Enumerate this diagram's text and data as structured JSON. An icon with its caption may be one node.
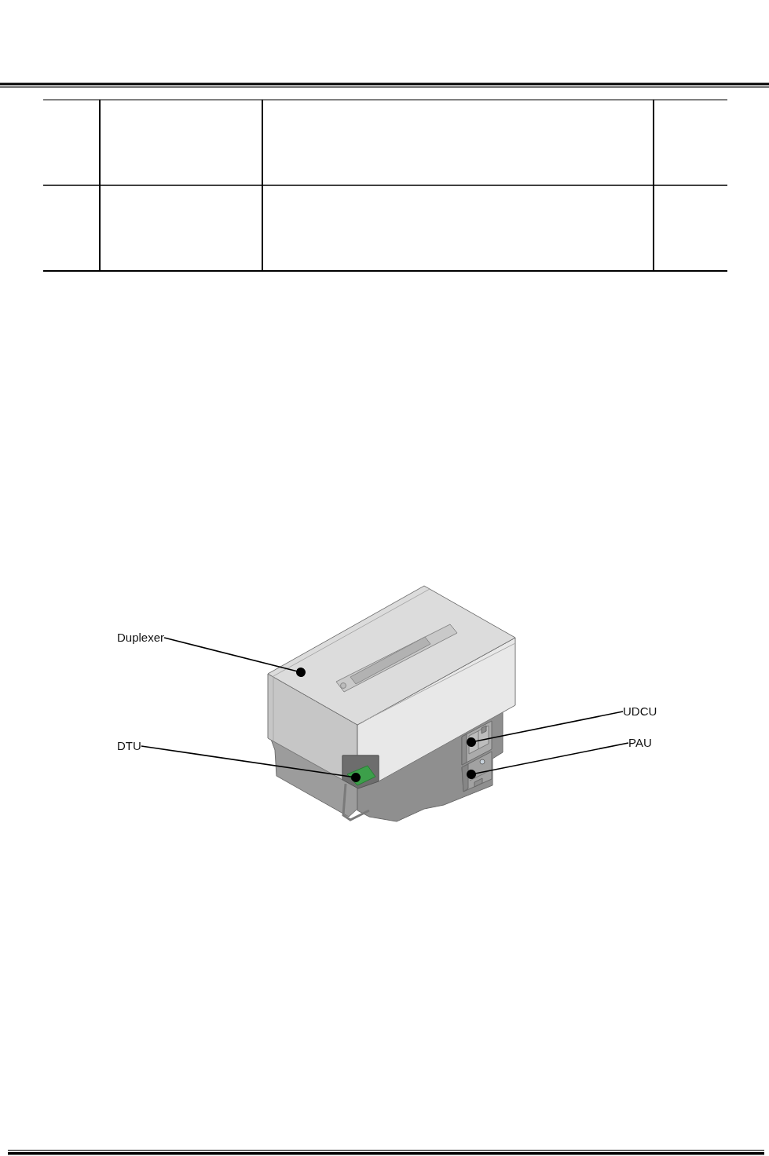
{
  "diagram": {
    "nodes": [
      {
        "text": [
          "Duplexer"
        ]
      },
      {
        "text": [
          "UDCU"
        ]
      },
      {
        "text": [
          "DTU"
        ]
      },
      {
        "text": [
          "PAU"
        ]
      },
      {
        "text": [],
        "shape": "picture"
      },
      {
        "text": [],
        "shape": "picture"
      },
      {
        "text": [],
        "shape": "picture"
      },
      {
        "text": [],
        "shape": "picture"
      }
    ],
    "edges": [
      {
        "from": 0,
        "to": 4,
        "arrow": "other"
      },
      {
        "from": 1,
        "to": 5,
        "arrow": "other"
      },
      {
        "from": 2,
        "to": 7,
        "arrow": "other"
      },
      {
        "from": 3,
        "to": 6,
        "arrow": "other"
      }
    ]
  }
}
